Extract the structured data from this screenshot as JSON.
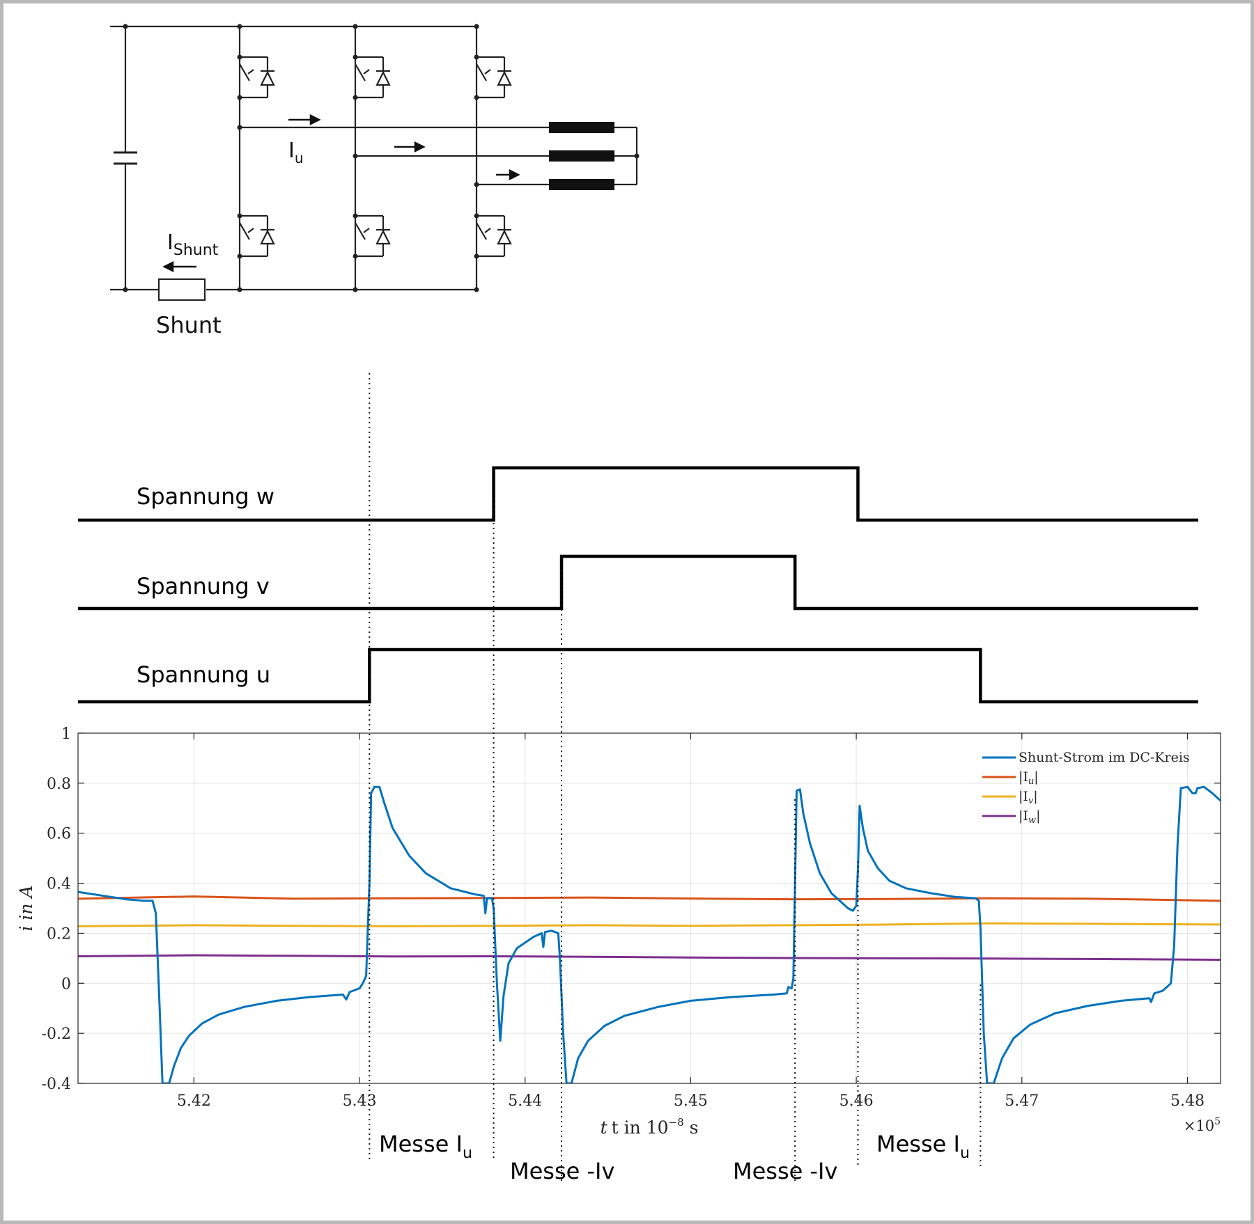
{
  "circuit": {
    "current_u_label": "I",
    "current_u_sub": "u",
    "shunt_current_label": "I",
    "shunt_current_sub": "Shunt",
    "shunt_label": "Shunt"
  },
  "timing": {
    "signals": [
      {
        "label": "Spannung w",
        "rise": 5.4381,
        "fall": 5.4601
      },
      {
        "label": "Spannung v",
        "rise": 5.4422,
        "fall": 5.4563
      },
      {
        "label": "Spannung u",
        "rise": 5.4306,
        "fall": 5.4675
      }
    ],
    "markers": [
      5.4306,
      5.4381,
      5.4422,
      5.4563,
      5.4601,
      5.4675
    ],
    "phase_labels": [
      {
        "text": "Messe I",
        "sub": "u",
        "row": 1
      },
      {
        "text": "Messe -Iv",
        "sub": "",
        "row": 2
      },
      {
        "text": "Messe -Iv",
        "sub": "",
        "row": 2
      },
      {
        "text": "Messe I",
        "sub": "u",
        "row": 1
      }
    ]
  },
  "chart_data": {
    "type": "line",
    "xlabel": "t in 10",
    "xlabel_exp": "−8",
    "xlabel_unit": " s",
    "x_multiplier": "×10",
    "x_multiplier_exp": "5",
    "ylabel": "i in A",
    "xlim": [
      5.413,
      5.482
    ],
    "ylim": [
      -0.4,
      1.0
    ],
    "x_ticks": [
      5.42,
      5.43,
      5.44,
      5.45,
      5.46,
      5.47,
      5.48
    ],
    "x_tick_labels": [
      "5.42",
      "5.43",
      "5.44",
      "5.45",
      "5.46",
      "5.47",
      "5.48"
    ],
    "y_ticks": [
      -0.4,
      -0.2,
      0,
      0.2,
      0.4,
      0.6,
      0.8,
      1
    ],
    "y_tick_labels": [
      "-0.4",
      "-0.2",
      "0",
      "0.2",
      "0.4",
      "0.6",
      "0.8",
      "1"
    ],
    "grid": true,
    "legend_position": "top-right",
    "series": [
      {
        "name": "Shunt-Strom im DC-Kreis",
        "color": "#0072BD",
        "points": [
          [
            5.413,
            0.365
          ],
          [
            5.414,
            0.355
          ],
          [
            5.415,
            0.345
          ],
          [
            5.416,
            0.335
          ],
          [
            5.417,
            0.33
          ],
          [
            5.4175,
            0.33
          ],
          [
            5.4177,
            0.28
          ],
          [
            5.4179,
            -0.05
          ],
          [
            5.4181,
            -0.4
          ],
          [
            5.4185,
            -0.4
          ],
          [
            5.4188,
            -0.33
          ],
          [
            5.4192,
            -0.26
          ],
          [
            5.4197,
            -0.21
          ],
          [
            5.4205,
            -0.16
          ],
          [
            5.4215,
            -0.125
          ],
          [
            5.423,
            -0.095
          ],
          [
            5.425,
            -0.07
          ],
          [
            5.427,
            -0.055
          ],
          [
            5.429,
            -0.045
          ],
          [
            5.4292,
            -0.065
          ],
          [
            5.4294,
            -0.035
          ],
          [
            5.43,
            -0.02
          ],
          [
            5.4302,
            0.0
          ],
          [
            5.4304,
            0.03
          ],
          [
            5.4306,
            0.4
          ],
          [
            5.4307,
            0.76
          ],
          [
            5.4309,
            0.785
          ],
          [
            5.4312,
            0.785
          ],
          [
            5.4315,
            0.72
          ],
          [
            5.432,
            0.62
          ],
          [
            5.433,
            0.51
          ],
          [
            5.434,
            0.44
          ],
          [
            5.4355,
            0.38
          ],
          [
            5.437,
            0.355
          ],
          [
            5.4375,
            0.35
          ],
          [
            5.4376,
            0.28
          ],
          [
            5.4377,
            0.34
          ],
          [
            5.438,
            0.34
          ],
          [
            5.4381,
            0.3
          ],
          [
            5.4383,
            0.0
          ],
          [
            5.4385,
            -0.23
          ],
          [
            5.4387,
            -0.05
          ],
          [
            5.439,
            0.08
          ],
          [
            5.4395,
            0.14
          ],
          [
            5.4405,
            0.185
          ],
          [
            5.441,
            0.2
          ],
          [
            5.4411,
            0.145
          ],
          [
            5.4412,
            0.205
          ],
          [
            5.4416,
            0.21
          ],
          [
            5.442,
            0.2
          ],
          [
            5.4421,
            0.1
          ],
          [
            5.4423,
            -0.2
          ],
          [
            5.4425,
            -0.4
          ],
          [
            5.4428,
            -0.4
          ],
          [
            5.4432,
            -0.3
          ],
          [
            5.4438,
            -0.23
          ],
          [
            5.4448,
            -0.17
          ],
          [
            5.446,
            -0.13
          ],
          [
            5.448,
            -0.095
          ],
          [
            5.45,
            -0.07
          ],
          [
            5.4525,
            -0.055
          ],
          [
            5.455,
            -0.045
          ],
          [
            5.4558,
            -0.04
          ],
          [
            5.4559,
            -0.015
          ],
          [
            5.4561,
            -0.02
          ],
          [
            5.4562,
            0.02
          ],
          [
            5.4563,
            0.4
          ],
          [
            5.4564,
            0.77
          ],
          [
            5.4566,
            0.775
          ],
          [
            5.4568,
            0.68
          ],
          [
            5.4572,
            0.56
          ],
          [
            5.4578,
            0.44
          ],
          [
            5.4585,
            0.36
          ],
          [
            5.4595,
            0.3
          ],
          [
            5.4598,
            0.29
          ],
          [
            5.46,
            0.31
          ],
          [
            5.4601,
            0.45
          ],
          [
            5.4602,
            0.71
          ],
          [
            5.4604,
            0.62
          ],
          [
            5.4607,
            0.53
          ],
          [
            5.4613,
            0.46
          ],
          [
            5.462,
            0.41
          ],
          [
            5.463,
            0.38
          ],
          [
            5.4645,
            0.36
          ],
          [
            5.466,
            0.345
          ],
          [
            5.4672,
            0.34
          ],
          [
            5.4674,
            0.33
          ],
          [
            5.4675,
            0.22
          ],
          [
            5.4677,
            -0.2
          ],
          [
            5.4679,
            -0.4
          ],
          [
            5.4683,
            -0.4
          ],
          [
            5.4688,
            -0.3
          ],
          [
            5.4695,
            -0.22
          ],
          [
            5.4705,
            -0.165
          ],
          [
            5.472,
            -0.12
          ],
          [
            5.474,
            -0.09
          ],
          [
            5.476,
            -0.07
          ],
          [
            5.4777,
            -0.06
          ],
          [
            5.4778,
            -0.075
          ],
          [
            5.478,
            -0.04
          ],
          [
            5.4785,
            -0.03
          ],
          [
            5.479,
            0.0
          ],
          [
            5.4792,
            0.15
          ],
          [
            5.4794,
            0.55
          ],
          [
            5.4796,
            0.78
          ],
          [
            5.48,
            0.785
          ],
          [
            5.4803,
            0.76
          ],
          [
            5.4805,
            0.76
          ],
          [
            5.4806,
            0.78
          ],
          [
            5.481,
            0.785
          ],
          [
            5.4815,
            0.76
          ],
          [
            5.482,
            0.73
          ]
        ]
      },
      {
        "name": "|I",
        "sub": "u",
        "color": "#D95319",
        "points": [
          [
            5.413,
            0.338
          ],
          [
            5.42,
            0.347
          ],
          [
            5.426,
            0.338
          ],
          [
            5.432,
            0.34
          ],
          [
            5.438,
            0.341
          ],
          [
            5.444,
            0.343
          ],
          [
            5.45,
            0.339
          ],
          [
            5.456,
            0.336
          ],
          [
            5.462,
            0.337
          ],
          [
            5.468,
            0.34
          ],
          [
            5.474,
            0.338
          ],
          [
            5.482,
            0.33
          ]
        ]
      },
      {
        "name": "|I",
        "sub": "v",
        "color": "#EDB120",
        "points": [
          [
            5.413,
            0.228
          ],
          [
            5.42,
            0.232
          ],
          [
            5.426,
            0.23
          ],
          [
            5.432,
            0.228
          ],
          [
            5.438,
            0.23
          ],
          [
            5.444,
            0.232
          ],
          [
            5.45,
            0.23
          ],
          [
            5.456,
            0.232
          ],
          [
            5.462,
            0.235
          ],
          [
            5.468,
            0.24
          ],
          [
            5.474,
            0.238
          ],
          [
            5.482,
            0.235
          ]
        ]
      },
      {
        "name": "|I",
        "sub": "w",
        "color": "#7E2F8E",
        "points": [
          [
            5.413,
            0.108
          ],
          [
            5.42,
            0.112
          ],
          [
            5.426,
            0.11
          ],
          [
            5.432,
            0.107
          ],
          [
            5.438,
            0.108
          ],
          [
            5.444,
            0.106
          ],
          [
            5.45,
            0.103
          ],
          [
            5.456,
            0.101
          ],
          [
            5.462,
            0.1
          ],
          [
            5.468,
            0.099
          ],
          [
            5.474,
            0.097
          ],
          [
            5.482,
            0.094
          ]
        ]
      }
    ]
  }
}
